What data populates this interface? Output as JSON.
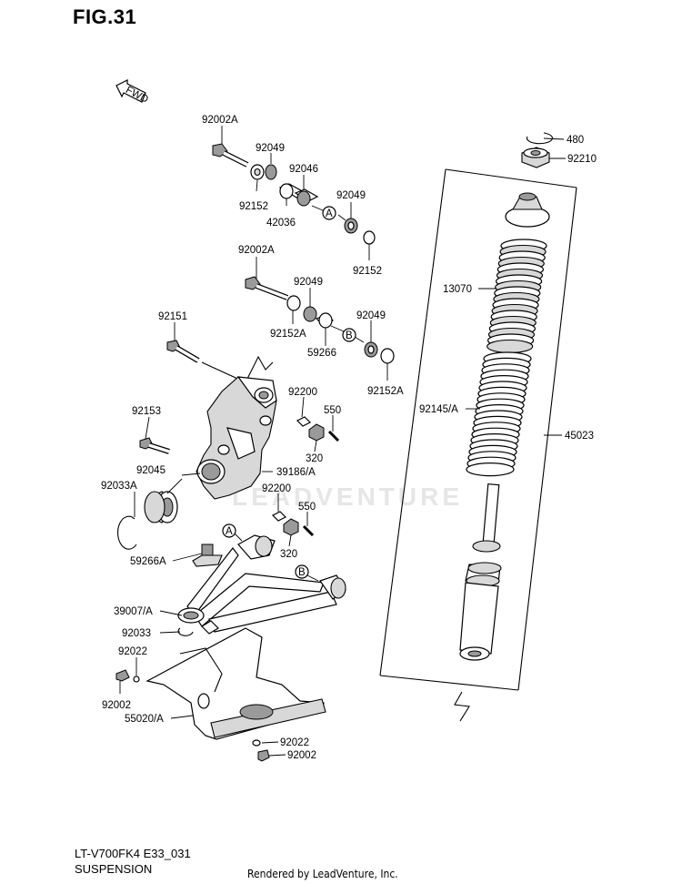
{
  "figure": {
    "title": "FIG.31",
    "model_code": "LT-V700FK4 E33_031",
    "section_name": "SUSPENSION",
    "rendered_by": "Rendered by LeadVenture, Inc.",
    "watermark": "LEADVENTURE",
    "fwd_label": "FWD"
  },
  "part_labels": {
    "p92002A_top": "92002A",
    "p92049_a": "92049",
    "p92046": "92046",
    "p92152_a": "92152",
    "p42036": "42036",
    "p92049_b": "92049",
    "p92152_b": "92152",
    "p92002A_mid": "92002A",
    "p92049_c": "92049",
    "p92152A_a": "92152A",
    "p59266": "59266",
    "p92049_d": "92049",
    "p92152A_b": "92152A",
    "p92151": "92151",
    "p92200_a": "92200",
    "p550_a": "550",
    "p320_a": "320",
    "p92153": "92153",
    "p39186A": "39186/A",
    "p92045": "92045",
    "p92033A": "92033A",
    "p92200_b": "92200",
    "p550_b": "550",
    "p320_b": "320",
    "p59266A": "59266A",
    "p39007A": "39007/A",
    "p92033": "92033",
    "p92022_a": "92022",
    "p92002_a": "92002",
    "p55020A": "55020/A",
    "p92022_b": "92022",
    "p92002_b": "92002",
    "p480": "480",
    "p92210": "92210",
    "p13070": "13070",
    "p92145A": "92145/A",
    "p45023": "45023"
  },
  "reference_markers": {
    "marker_a": "A",
    "marker_b": "B"
  }
}
